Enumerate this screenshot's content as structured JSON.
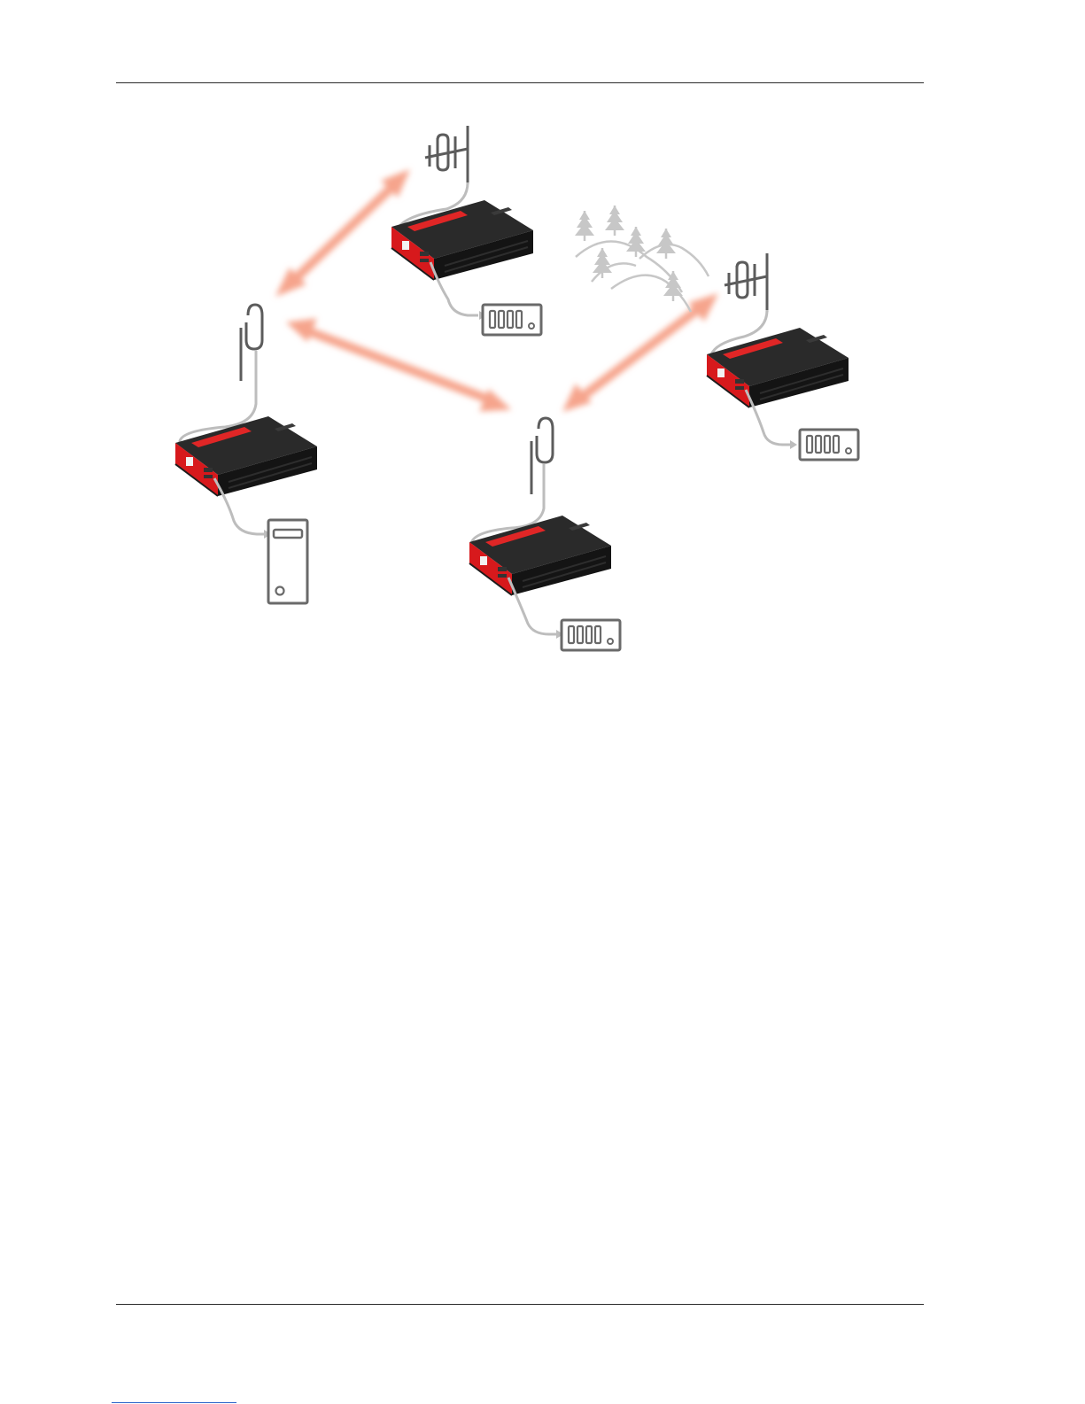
{
  "page": {
    "background": "#ffffff"
  },
  "diagram": {
    "colors": {
      "radio_body": "#1c1c1c",
      "radio_front": "#d7191c",
      "radio_stripe": "#e02626",
      "antenna": "#5c5c5c",
      "cable": "#bdbdbd",
      "link_arrow": "#f6a48c",
      "device_outline": "#6a6a6a",
      "trees": "#c7c7c7",
      "footer_link": "#2a62c9"
    },
    "nodes": [
      {
        "id": "node-top",
        "antenna": "yagi-antenna",
        "attached_device": "rtu-device"
      },
      {
        "id": "node-left",
        "antenna": "whip-antenna",
        "attached_device": "server-computer"
      },
      {
        "id": "node-middle",
        "antenna": "whip-antenna",
        "attached_device": "rtu-device"
      },
      {
        "id": "node-right",
        "antenna": "yagi-antenna",
        "attached_device": "rtu-device"
      }
    ],
    "links": [
      {
        "from": "node-left",
        "to": "node-top"
      },
      {
        "from": "node-left",
        "to": "node-middle"
      },
      {
        "from": "node-middle",
        "to": "node-right"
      }
    ],
    "obstacle": "forested-hills"
  }
}
